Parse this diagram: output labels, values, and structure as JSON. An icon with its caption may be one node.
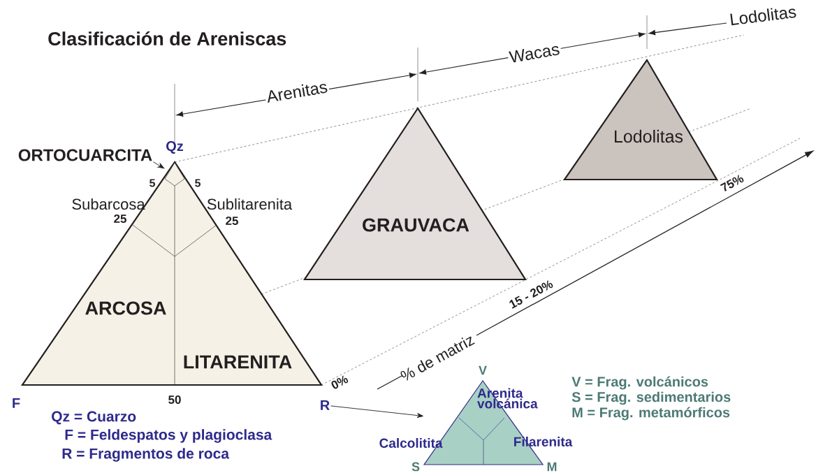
{
  "diagram": {
    "title": "Clasificación de Areniscas",
    "nodes": [
      {
        "text": [
          "ARCOSA",
          "LITARENITA"
        ],
        "beside": [
          "Qz",
          "F",
          "50"
        ]
      },
      {
        "text": [
          "GRAUVACA"
        ]
      },
      {
        "text": [
          "Lodolitas"
        ]
      },
      {
        "text": [
          "Arenita volcánica",
          "Calcolitita",
          "Filarenita"
        ],
        "beside": [
          "V",
          "S",
          "M"
        ]
      },
      {
        "text": [
          "ORTOCUARCITA"
        ]
      },
      {
        "text": [
          "R"
        ]
      },
      {
        "text": [],
        "shape": "triangle",
        "in": 0
      }
    ],
    "edges": [
      {
        "from": 4,
        "to": 6,
        "arrow": "to"
      },
      {
        "from": 5,
        "to": 3,
        "arrow": "to"
      }
    ],
    "labels": [
      "Arenitas",
      "Wacas",
      "Lodolitas",
      "5",
      "5",
      "Subarcosa",
      "Sublitarenita",
      "25",
      "25",
      "0%",
      "15 - 20%",
      "75%",
      "% de matriz",
      "Qz = Cuarzo",
      "F = Feldespatos y plagioclasa",
      "R = Fragmentos de roca",
      "V = Frag. volcánicos",
      "S = Frag. sedimentarios",
      "M = Frag. metamórficos"
    ]
  }
}
